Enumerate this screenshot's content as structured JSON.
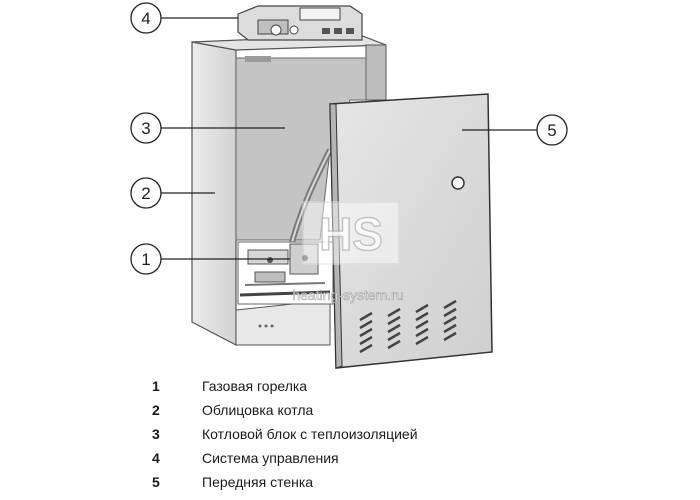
{
  "callouts": [
    {
      "num": "1",
      "label": "Газовая горелка"
    },
    {
      "num": "2",
      "label": "Облицовка котла"
    },
    {
      "num": "3",
      "label": "Котловой блок с теплоизоляцией"
    },
    {
      "num": "4",
      "label": "Система управления"
    },
    {
      "num": "5",
      "label": "Передняя стенка"
    }
  ],
  "watermark": {
    "logo": "HS",
    "site": "heating-system.ru"
  }
}
